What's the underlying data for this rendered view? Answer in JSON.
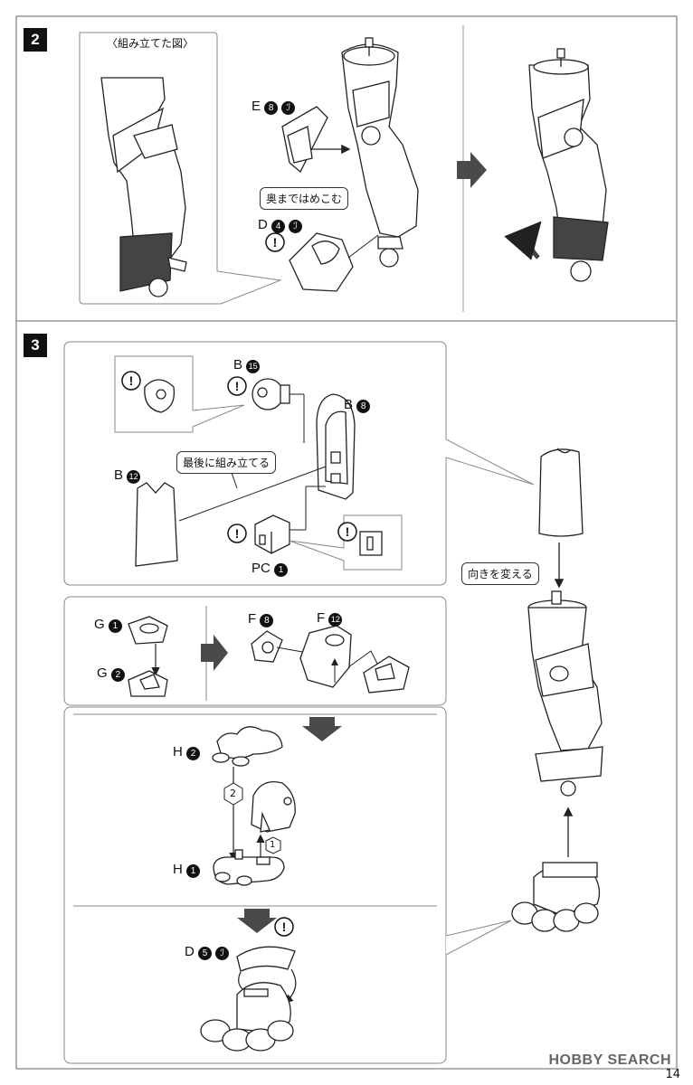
{
  "page_number": "14",
  "watermark": "HOBBY SEARCH",
  "step2": {
    "number": "2",
    "assembled_caption": "〈組み立てた図〉",
    "part_e": "E",
    "part_e_num": "8",
    "part_d": "D",
    "part_d_num": "4",
    "press_note": "奥まではめこむ"
  },
  "step3": {
    "number": "3",
    "part_b15_letter": "B",
    "part_b15_num": "15",
    "part_b8_letter": "B",
    "part_b8_num": "8",
    "part_b12_letter": "B",
    "part_b12_num": "12",
    "part_pc_letter": "PC",
    "part_pc_num": "1",
    "last_note": "最後に組み立てる",
    "part_g1_letter": "G",
    "part_g1_num": "1",
    "part_g2_letter": "G",
    "part_g2_num": "2",
    "part_f8_letter": "F",
    "part_f8_num": "8",
    "part_f12_letter": "F",
    "part_f12_num": "12",
    "part_h2_letter": "H",
    "part_h2_num": "2",
    "part_h1_letter": "H",
    "part_h1_num": "1",
    "order_1": "1",
    "order_2": "2",
    "part_d5_letter": "D",
    "part_d5_num": "5",
    "direction_note": "向きを変える"
  },
  "icons": {
    "caution": "caution-icon",
    "cut_mark": "cut-part-icon",
    "arrow": "arrow-icon"
  },
  "colors": {
    "line": "#222222",
    "dark_fill": "#444444",
    "arrow_fill": "#4a4a4a",
    "frame_border": "#999999",
    "panel_border": "#888888"
  }
}
